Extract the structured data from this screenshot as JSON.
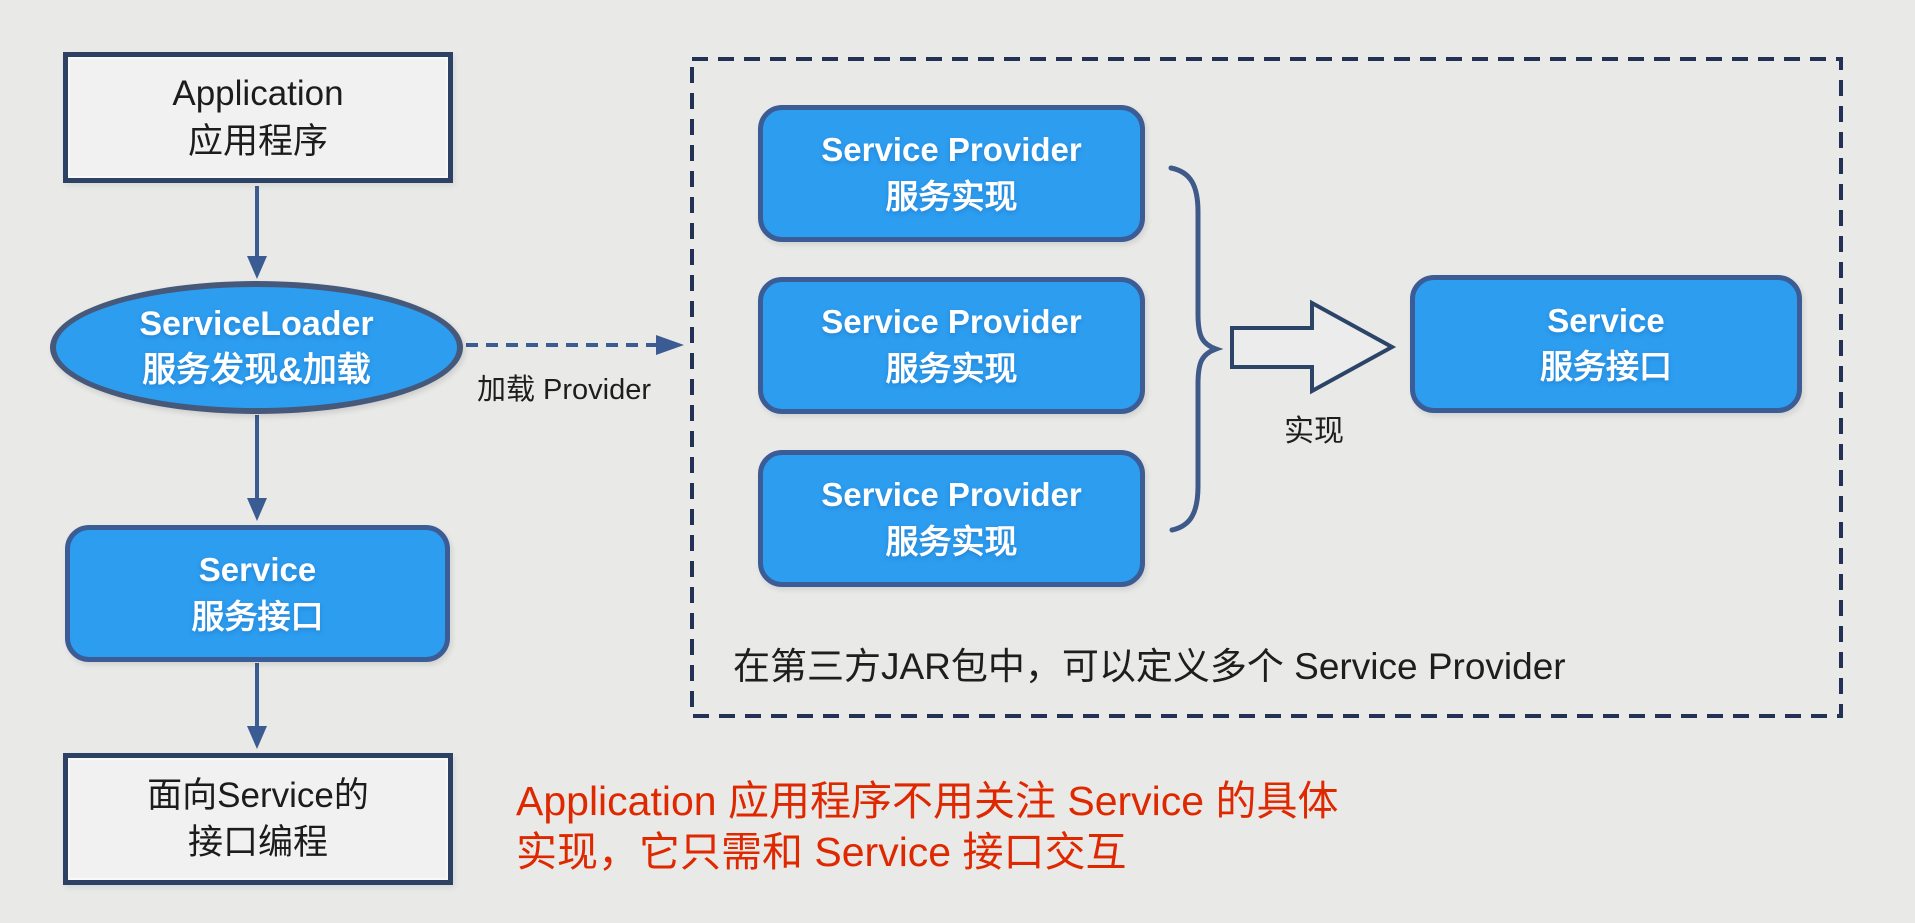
{
  "colors": {
    "background": "#e9eae8",
    "node_blue": "#2d9df0",
    "blue_node_border": "#3c5c95",
    "outline_box_border": "#2d4165",
    "arrow": "#3b5b93",
    "dashed_frame": "#223154",
    "note_red": "#e02800",
    "text_dark": "#1c1c1c",
    "text_white": "#ffffff"
  },
  "left_flow": {
    "application_box": {
      "line1": "Application",
      "line2": "应用程序"
    },
    "loader_ellipse": {
      "line1": "ServiceLoader",
      "line2": "服务发现&加载"
    },
    "service_box": {
      "line1": "Service",
      "line2": "服务接口"
    },
    "interface_box": {
      "line1": "面向Service的",
      "line2": "接口编程"
    },
    "load_arrow_label": "加载 Provider"
  },
  "jar_group": {
    "providers": [
      {
        "line1": "Service Provider",
        "line2": "服务实现"
      },
      {
        "line1": "Service Provider",
        "line2": "服务实现"
      },
      {
        "line1": "Service Provider",
        "line2": "服务实现"
      }
    ],
    "implements_label": "实现",
    "service_box": {
      "line1": "Service",
      "line2": "服务接口"
    },
    "note": "在第三方JAR包中，可以定义多个 Service Provider"
  },
  "footnote": {
    "line1": "Application 应用程序不用关注 Service 的具体",
    "line2": "实现，它只需和 Service 接口交互"
  }
}
